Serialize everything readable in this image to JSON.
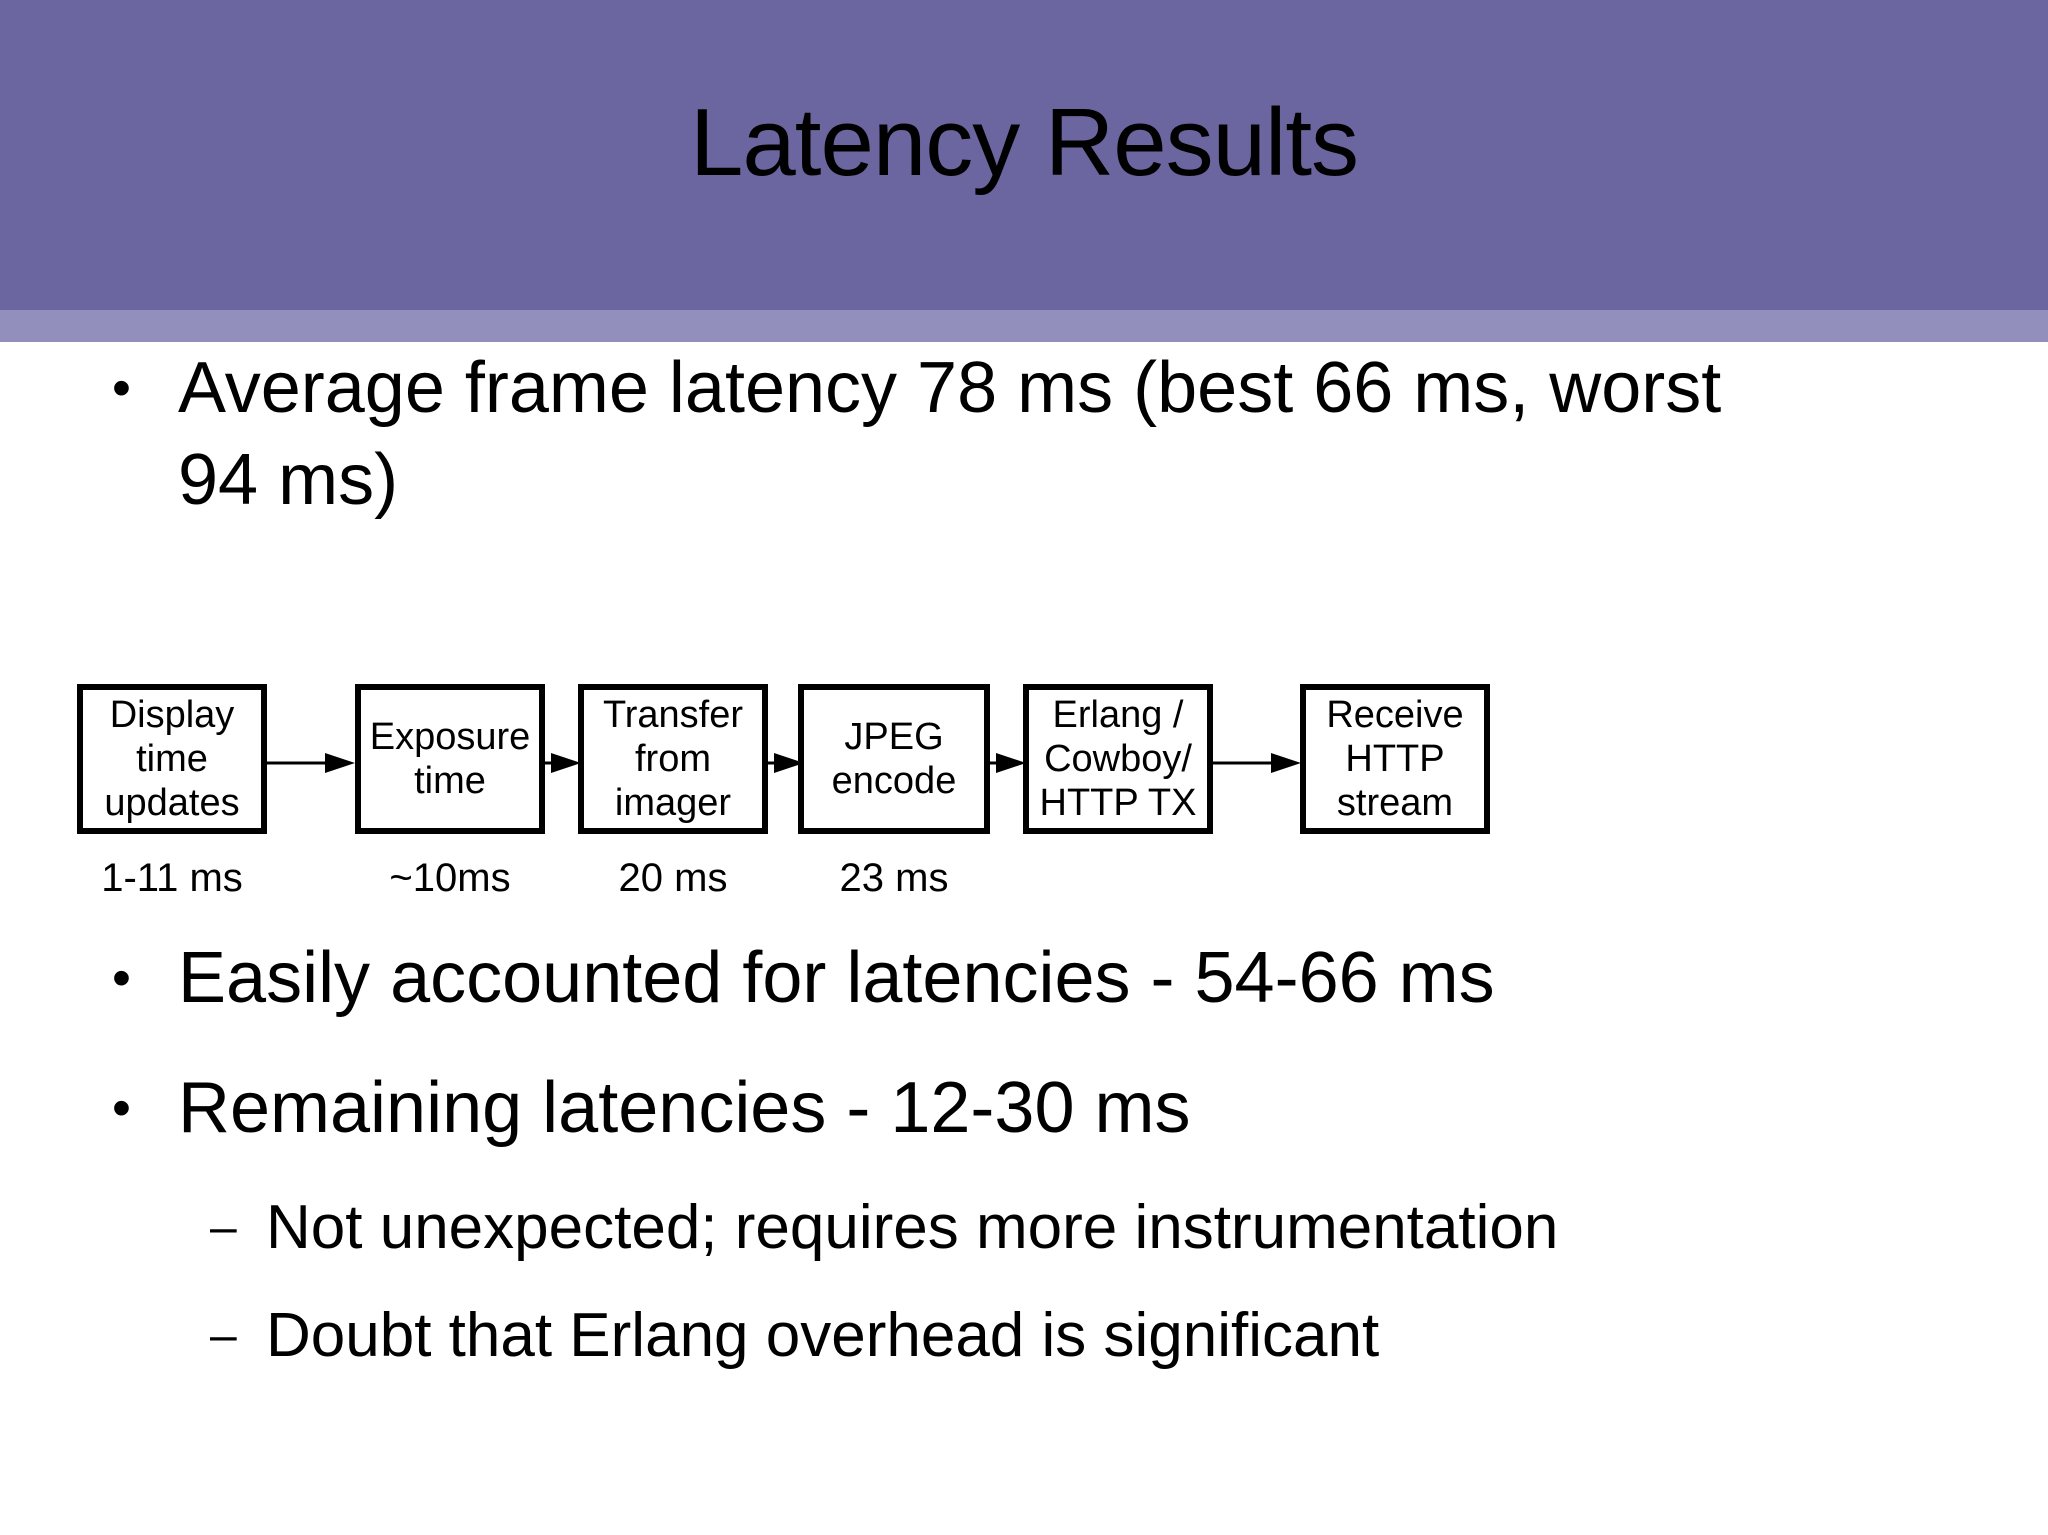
{
  "slide": {
    "title": "Latency Results",
    "header_color": "#6B65A0",
    "header_underbar_color": "#938FBC",
    "background_color": "#ffffff",
    "text_color": "#000000"
  },
  "bullets": [
    {
      "marker": "•",
      "text": "Average frame latency 78 ms (best 66 ms, worst 94 ms)"
    },
    {
      "marker": "•",
      "text": "Easily accounted for latencies - 54-66 ms"
    },
    {
      "marker": "•",
      "text": "Remaining latencies - 12-30 ms"
    }
  ],
  "subbullets": [
    {
      "marker": "–",
      "text": "Not unexpected; requires more instrumentation"
    },
    {
      "marker": "–",
      "text": "Doubt that Erlang overhead is significant"
    }
  ],
  "diagram": {
    "boxes": [
      {
        "lines": [
          "Display",
          "time",
          "updates"
        ],
        "label": "1-11 ms"
      },
      {
        "lines": [
          "Exposure",
          "time"
        ],
        "label": "~10ms"
      },
      {
        "lines": [
          "Transfer",
          "from",
          "imager"
        ],
        "label": "20 ms"
      },
      {
        "lines": [
          "JPEG",
          "encode"
        ],
        "label": "23 ms"
      },
      {
        "lines": [
          "Erlang /",
          "Cowboy/",
          "HTTP TX"
        ],
        "label": ""
      },
      {
        "lines": [
          "Receive",
          "HTTP",
          "stream"
        ],
        "label": ""
      }
    ],
    "arrow_count": 5,
    "arrow_color": "#000000",
    "box_border_color": "#000000",
    "box_fill_color": "#ffffff"
  }
}
